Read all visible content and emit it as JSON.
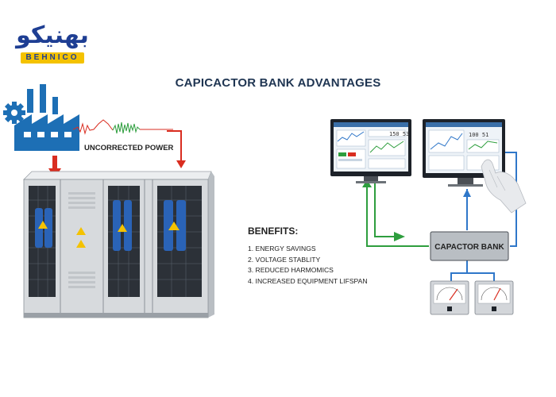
{
  "logo": {
    "wordmark_fa": "بهنیکو",
    "wordmark_en": "BEHNICO"
  },
  "title": "CAPICACTOR BANK ADVANTAGES",
  "diagram": {
    "uncorrected_label": "UNCORRECTED POWER",
    "capacitor_bank_label": "CAPACTOR BANK",
    "monitor_left_readout": "150 53",
    "monitor_right_readout": "100 51"
  },
  "benefits": {
    "heading": "BENEFITS:",
    "items": [
      "1. ENERGY SAVINGS",
      "2. VOLTAGE STABLITY",
      "3. REDUCED HARMOMICS",
      "4. INCREASED EQUIPMENT LIFSPAN"
    ]
  },
  "colors": {
    "red_arrow": "#d92d20",
    "green_line": "#2e9e3e",
    "blue_line": "#2f77c9",
    "factory_blue": "#1d6fb5",
    "cabinet_gray": "#d7dadd",
    "title_color": "#1f3552"
  }
}
